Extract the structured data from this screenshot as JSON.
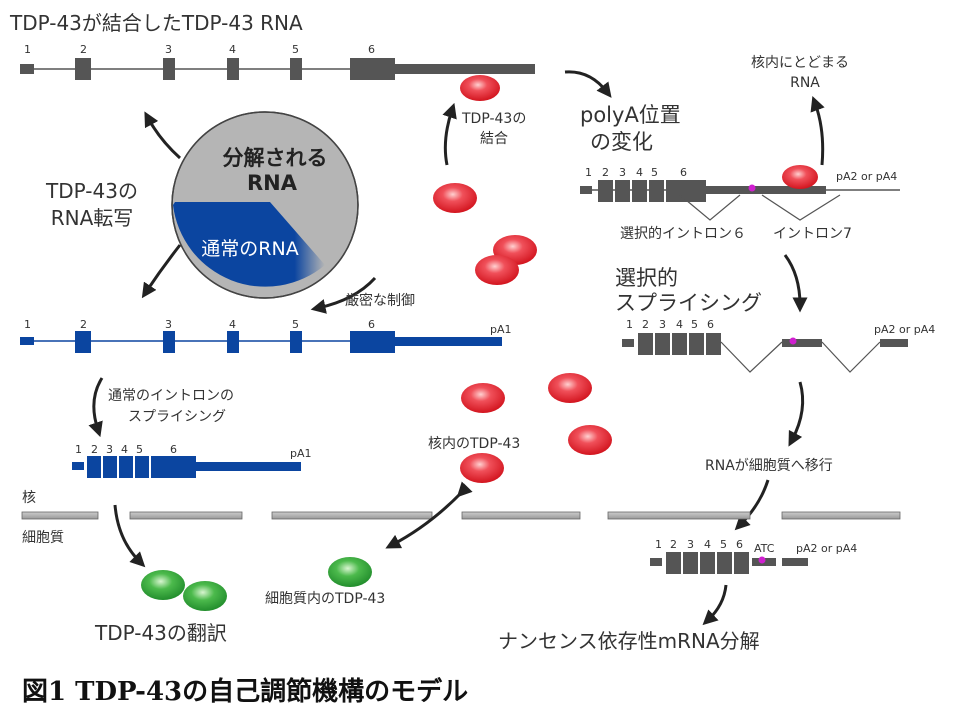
{
  "title": "TDP-43が結合したTDP-43 RNA",
  "exon_numbers": [
    "1",
    "2",
    "3",
    "4",
    "5",
    "6"
  ],
  "pie": {
    "degrading_line1": "分解される",
    "degrading_line2": "RNA",
    "normal_label": "通常のRNA",
    "colors": {
      "degrading": "#b5b5b5",
      "normal": "#0b45a0"
    }
  },
  "labels": {
    "transcription_line1": "TDP-43の",
    "transcription_line2": "RNA転写",
    "tight_control": "厳密な制御",
    "tdp_binding_line1": "TDP-43の",
    "tdp_binding_line2": "結合",
    "polya_line1": "polyA位置",
    "polya_line2": "の変化",
    "retained_line1": "核内にとどまる",
    "retained_line2": "RNA",
    "pa2_or_pa4": "pA2 or pA4",
    "pa1": "pA1",
    "intron6": "選択的イントロン６",
    "intron7": "イントロン7",
    "alt_splicing_line1": "選択的",
    "alt_splicing_line2": "スプライシング",
    "normal_splicing_line1": "通常のイントロンの",
    "normal_splicing_line2": "スプライシング",
    "nuclear_tdp": "核内のTDP-43",
    "nucleus": "核",
    "cytoplasm": "細胞質",
    "export": "RNAが細胞質へ移行",
    "atc": "ATC",
    "cyto_tdp": "細胞質内のTDP-43",
    "translation": "TDP-43の翻訳",
    "nmd": "ナンセンス依存性mRNA分解"
  },
  "caption": "図1 TDP-43の自己調節機構のモデル",
  "colors": {
    "gray_gene": "#555555",
    "blue_gene": "#0b45a0",
    "tdp_red": "#e8202a",
    "tdp_green": "#2a9a3a",
    "magenta": "#d020d0"
  }
}
